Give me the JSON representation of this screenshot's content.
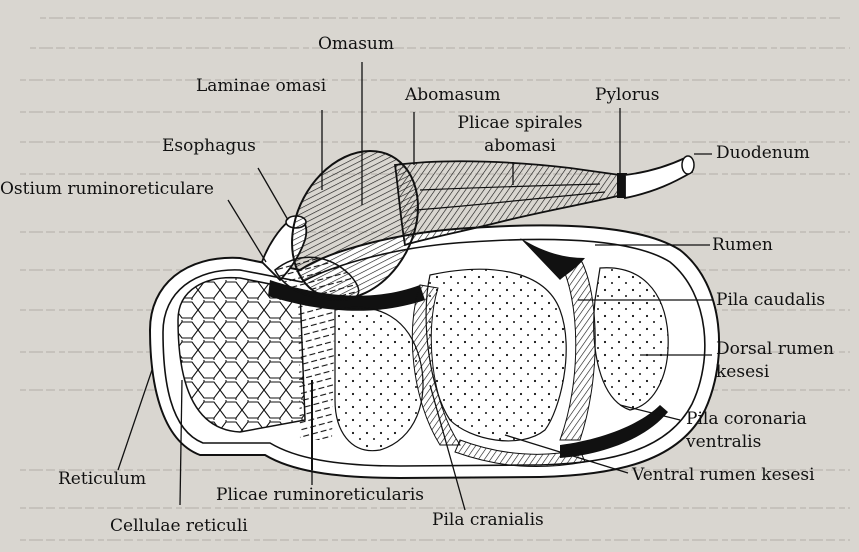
{
  "labels": {
    "omasum": "Omasum",
    "laminae_omasi": "Laminae omasi",
    "abomasum": "Abomasum",
    "pylorus": "Pylorus",
    "plicae_spirales_abomasi_1": "Plicae spirales",
    "plicae_spirales_abomasi_2": "abomasi",
    "esophagus": "Esophagus",
    "duodenum": "Duodenum",
    "ostium_ruminoreticulare": "Ostium ruminoreticulare",
    "rumen": "Rumen",
    "pila_caudalis": "Pila caudalis",
    "dorsal_rumen_kesesi_1": "Dorsal rumen",
    "dorsal_rumen_kesesi_2": "kesesi",
    "pila_coronaria_ventralis_1": "Pila coronaria",
    "pila_coronaria_ventralis_2": "ventralis",
    "ventral_rumen_kesesi": "Ventral  rumen kesesi",
    "reticulum": "Reticulum",
    "plicae_ruminoreticularis": "Plicae ruminoreticularis",
    "cellulae_reticuli": "Cellulae reticuli",
    "pila_cranialis": "Pila cranialis"
  },
  "colors": {
    "paper": "#d9d6d0",
    "ink": "#111111",
    "fill": "#ffffff"
  }
}
